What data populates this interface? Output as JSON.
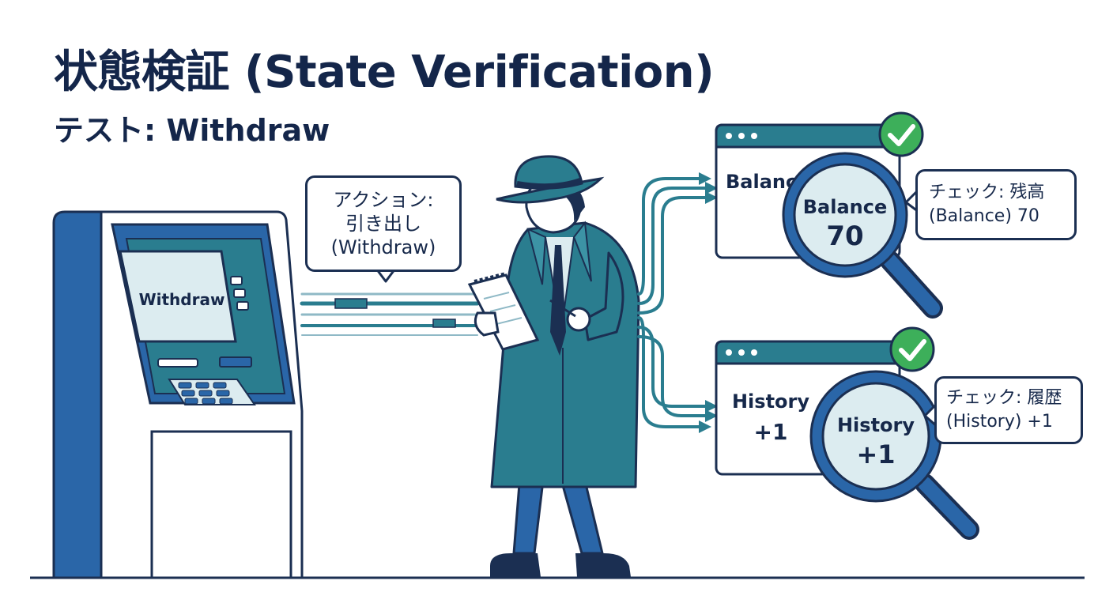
{
  "title": "状態検証 (State Verification)",
  "subtitle": "テスト: Withdraw",
  "atm": {
    "screen_label": "Withdraw"
  },
  "action_bubble": {
    "line1": "アクション:",
    "line2": "引き出し",
    "line3": "(Withdraw)"
  },
  "balance_panel": {
    "window_label": "Balanc",
    "lens_label": "Balance",
    "lens_value": "70",
    "check_line1": "チェック: 残高",
    "check_line2": "(Balance) 70"
  },
  "history_panel": {
    "window_label_line1": "History",
    "window_label_line2": "+1",
    "lens_label": "History",
    "lens_value": "+1",
    "check_line1": "チェック: 履歴",
    "check_line2": "(History) +1"
  },
  "colors": {
    "navy": "#1b2f52",
    "teal": "#2a7d8f",
    "blue": "#2a66a8",
    "light": "#dcecf0",
    "check_green": "#3daf5a"
  }
}
